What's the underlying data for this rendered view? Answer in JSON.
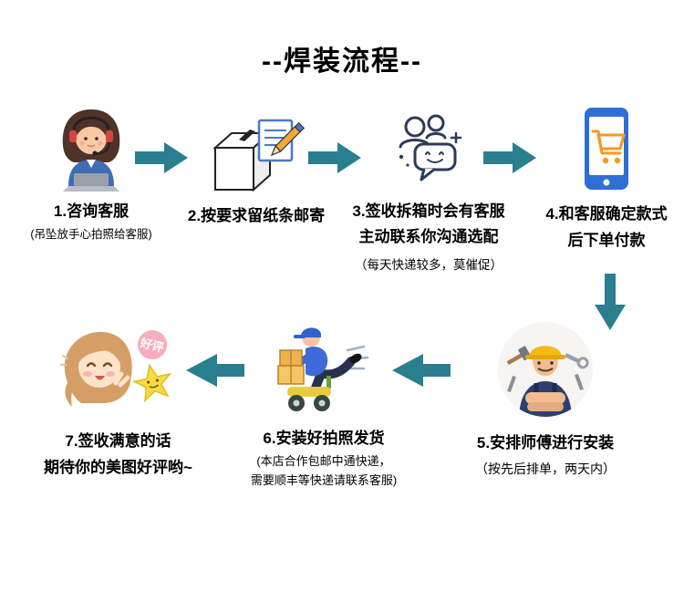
{
  "title": "--焊装流程--",
  "colors": {
    "arrow": "#2a7f8e",
    "background": "#ffffff",
    "text": "#000000",
    "star": "#f8da45",
    "badge": "#f5aebd"
  },
  "icons": {
    "step1": "customer-service-agent",
    "step2": "package-with-note-and-pencil",
    "step3": "people-chatting",
    "step4": "phone-with-shopping-cart",
    "step5": "worker-with-tools",
    "step6": "delivery-courier-with-boxes",
    "step7": "happy-girl-with-review-star"
  },
  "steps": [
    {
      "label": "1.咨询客服",
      "sub1": "(吊坠放手心拍照给客服)"
    },
    {
      "label": "2.按要求留纸条邮寄"
    },
    {
      "label": "3.签收拆箱时会有客服",
      "line2": "主动联系你沟通选配",
      "sub1": "（每天快递较多，莫催促）"
    },
    {
      "label": "4.和客服确定款式",
      "line2": "后下单付款"
    },
    {
      "label": "5.安排师傅进行安装",
      "sub1": "（按先后排单，两天内）"
    },
    {
      "label": "6.安装好拍照发货",
      "sub1": "(本店合作包邮中通快递，",
      "sub2": "需要顺丰等快递请联系客服)"
    },
    {
      "label": "7.签收满意的话",
      "line2": "期待你的美图好评哟~",
      "badge": "好评"
    }
  ]
}
